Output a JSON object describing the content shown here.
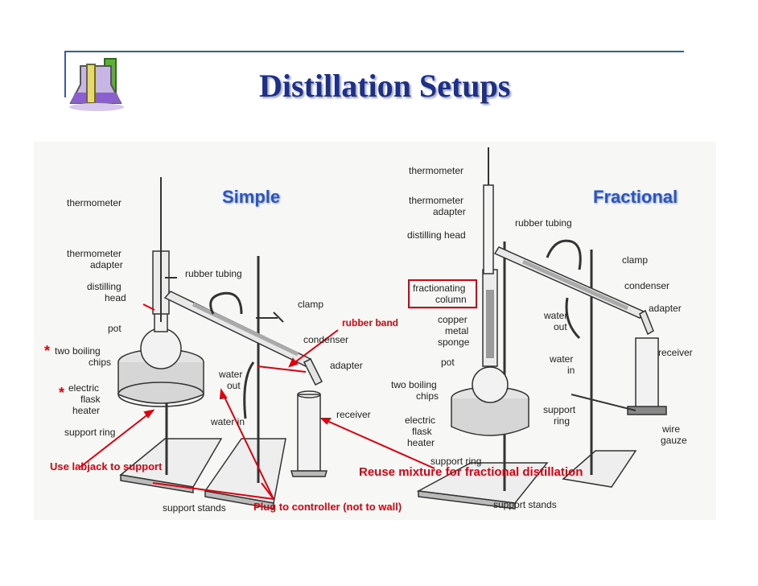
{
  "title": "Distillation Setups",
  "simple": {
    "heading": "Simple",
    "labels": {
      "thermometer": "thermometer",
      "thermometer_adapter_1": "thermometer",
      "thermometer_adapter_2": "adapter",
      "distilling_head_1": "distilling",
      "distilling_head_2": "head",
      "pot": "pot",
      "boiling_chips_1": "two boiling",
      "boiling_chips_2": "chips",
      "flask_heater_1": "electric",
      "flask_heater_2": "flask",
      "flask_heater_3": "heater",
      "support_ring": "support ring",
      "rubber_tubing": "rubber tubing",
      "clamp": "clamp",
      "condenser": "condenser",
      "adapter": "adapter",
      "water_out_1": "water",
      "water_out_2": "out",
      "water_in": "water in",
      "receiver": "receiver",
      "support_stands": "support stands"
    }
  },
  "fractional": {
    "heading": "Fractional",
    "labels": {
      "thermometer": "thermometer",
      "thermometer_adapter_1": "thermometer",
      "thermometer_adapter_2": "adapter",
      "distilling_head": "distilling head",
      "rubber_tubing": "rubber tubing",
      "clamp": "clamp",
      "condenser": "condenser",
      "adapter": "adapter",
      "fractionating_column_1": "fractionating",
      "fractionating_column_2": "column",
      "copper_sponge_1": "copper",
      "copper_sponge_2": "metal",
      "copper_sponge_3": "sponge",
      "pot": "pot",
      "water_out_1": "water",
      "water_out_2": "out",
      "water_in_1": "water",
      "water_in_2": "in",
      "receiver": "receiver",
      "boiling_chips_1": "two boiling",
      "boiling_chips_2": "chips",
      "flask_heater_1": "electric",
      "flask_heater_2": "flask",
      "flask_heater_3": "heater",
      "support_ring_1": "support",
      "support_ring_2": "ring",
      "support_ring_3": "support ring",
      "wire_gauze_1": "wire",
      "wire_gauze_2": "gauze",
      "support_stands": "support stands"
    }
  },
  "annotations": {
    "rubber_band": "rubber band",
    "labjack": "Use labjack to support",
    "reuse": "Reuse mixture for fractional distillation",
    "plug": "Plug to controller (not to wall)",
    "asterisk_1": "*",
    "asterisk_2": "*"
  },
  "colors": {
    "title": "#1e2f86",
    "heading": "#2f55b5",
    "annotation": "#e0000f",
    "frame": "#3b5ba8"
  }
}
